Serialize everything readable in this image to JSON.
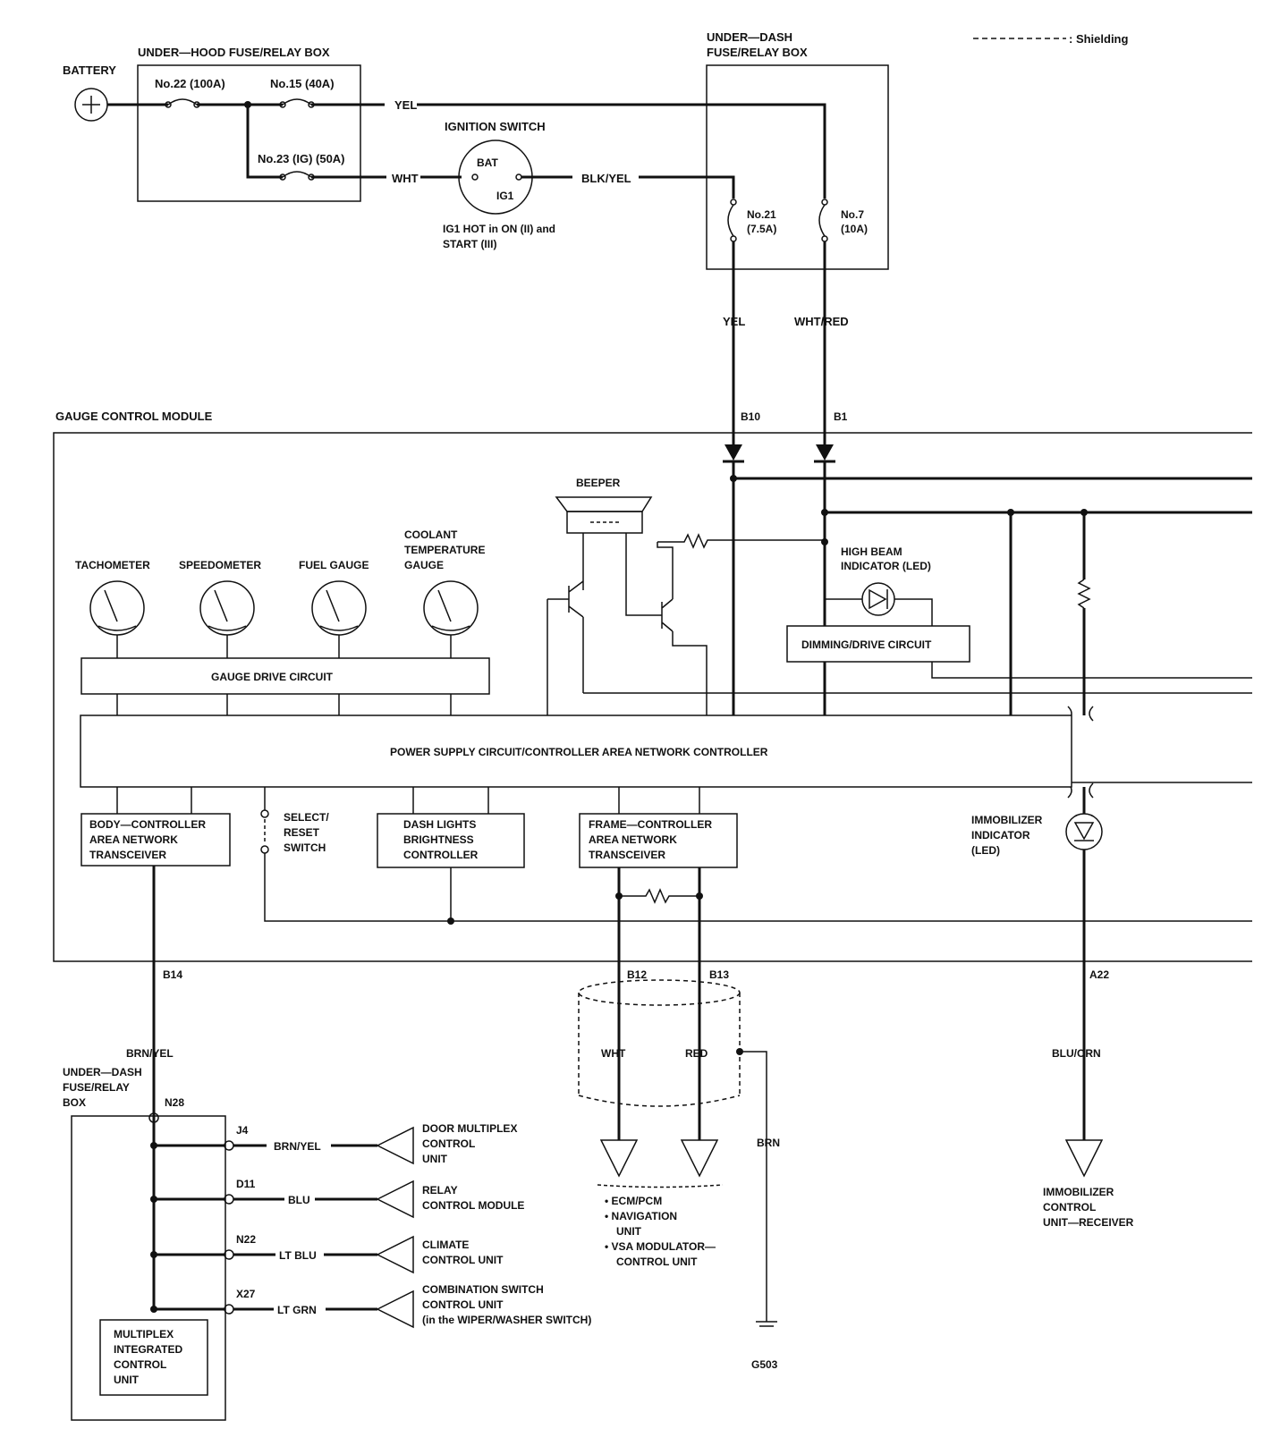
{
  "legend": {
    "shielding": ": Shielding"
  },
  "top": {
    "battery": "BATTERY",
    "underhood_box": "UNDER—HOOD FUSE/RELAY BOX",
    "fuse_22": "No.22 (100A)",
    "fuse_15": "No.15 (40A)",
    "fuse_23": "No.23 (IG) (50A)",
    "wire_yel": "YEL",
    "wire_wht": "WHT",
    "ignition_switch": "IGNITION SWITCH",
    "bat": "BAT",
    "ig1": "IG1",
    "ig1_note": [
      "IG1 HOT in ON (II) and",
      "START (III)"
    ],
    "wire_blkyel": "BLK/YEL",
    "underdash_box": [
      "UNDER—DASH",
      "FUSE/RELAY BOX"
    ],
    "fuse_21": [
      "No.21",
      "(7.5A)"
    ],
    "fuse_7": [
      "No.7",
      "(10A)"
    ],
    "wire_yel2": "YEL",
    "wire_whtred": "WHT/RED"
  },
  "gcm": {
    "title": "GAUGE CONTROL MODULE",
    "pin_b10": "B10",
    "pin_b1": "B1",
    "beeper": "BEEPER",
    "tachometer": "TACHOMETER",
    "speedometer": "SPEEDOMETER",
    "fuel_gauge": "FUEL GAUGE",
    "coolant": [
      "COOLANT",
      "TEMPERATURE",
      "GAUGE"
    ],
    "high_beam": [
      "HIGH BEAM",
      "INDICATOR (LED)"
    ],
    "dimming": "DIMMING/DRIVE CIRCUIT",
    "gauge_drive": "GAUGE DRIVE CIRCUIT",
    "power_supply": "POWER SUPPLY CIRCUIT/CONTROLLER AREA NETWORK CONTROLLER",
    "body_can": [
      "BODY—CONTROLLER",
      "AREA NETWORK",
      "TRANSCEIVER"
    ],
    "select_reset": [
      "SELECT/",
      "RESET",
      "SWITCH"
    ],
    "dash_lights": [
      "DASH LIGHTS",
      "BRIGHTNESS",
      "CONTROLLER"
    ],
    "frame_can": [
      "FRAME—CONTROLLER",
      "AREA NETWORK",
      "TRANSCEIVER"
    ],
    "immobilizer_ind": [
      "IMMOBILIZER",
      "INDICATOR",
      "(LED)"
    ]
  },
  "bottom": {
    "pin_b14": "B14",
    "wire_brnyel": "BRN/YEL",
    "underdash_box2": [
      "UNDER—DASH",
      "FUSE/RELAY",
      "BOX"
    ],
    "pin_n28": "N28",
    "connections": [
      {
        "pin": "J4",
        "wire": "BRN/YEL",
        "unit": [
          "DOOR MULTIPLEX",
          "CONTROL",
          "UNIT"
        ]
      },
      {
        "pin": "D11",
        "wire": "BLU",
        "unit": [
          "RELAY",
          "CONTROL MODULE"
        ]
      },
      {
        "pin": "N22",
        "wire": "LT BLU",
        "unit": [
          "CLIMATE",
          "CONTROL UNIT"
        ]
      },
      {
        "pin": "X27",
        "wire": "LT GRN",
        "unit": [
          "COMBINATION SWITCH",
          "CONTROL UNIT",
          "(in the WIPER/WASHER SWITCH)"
        ]
      }
    ],
    "micu": [
      "MULTIPLEX",
      "INTEGRATED",
      "CONTROL",
      "UNIT"
    ],
    "pin_b12": "B12",
    "pin_b13": "B13",
    "wire_wht": "WHT",
    "wire_red": "RED",
    "wire_brn": "BRN",
    "ground": "G503",
    "can_units": [
      "• ECM/PCM",
      "• NAVIGATION",
      "UNIT",
      "• VSA MODULATOR—",
      "CONTROL UNIT"
    ],
    "pin_a22": "A22",
    "wire_bluorn": "BLU/ORN",
    "immobilizer_unit": [
      "IMMOBILIZER",
      "CONTROL",
      "UNIT—RECEIVER"
    ]
  }
}
